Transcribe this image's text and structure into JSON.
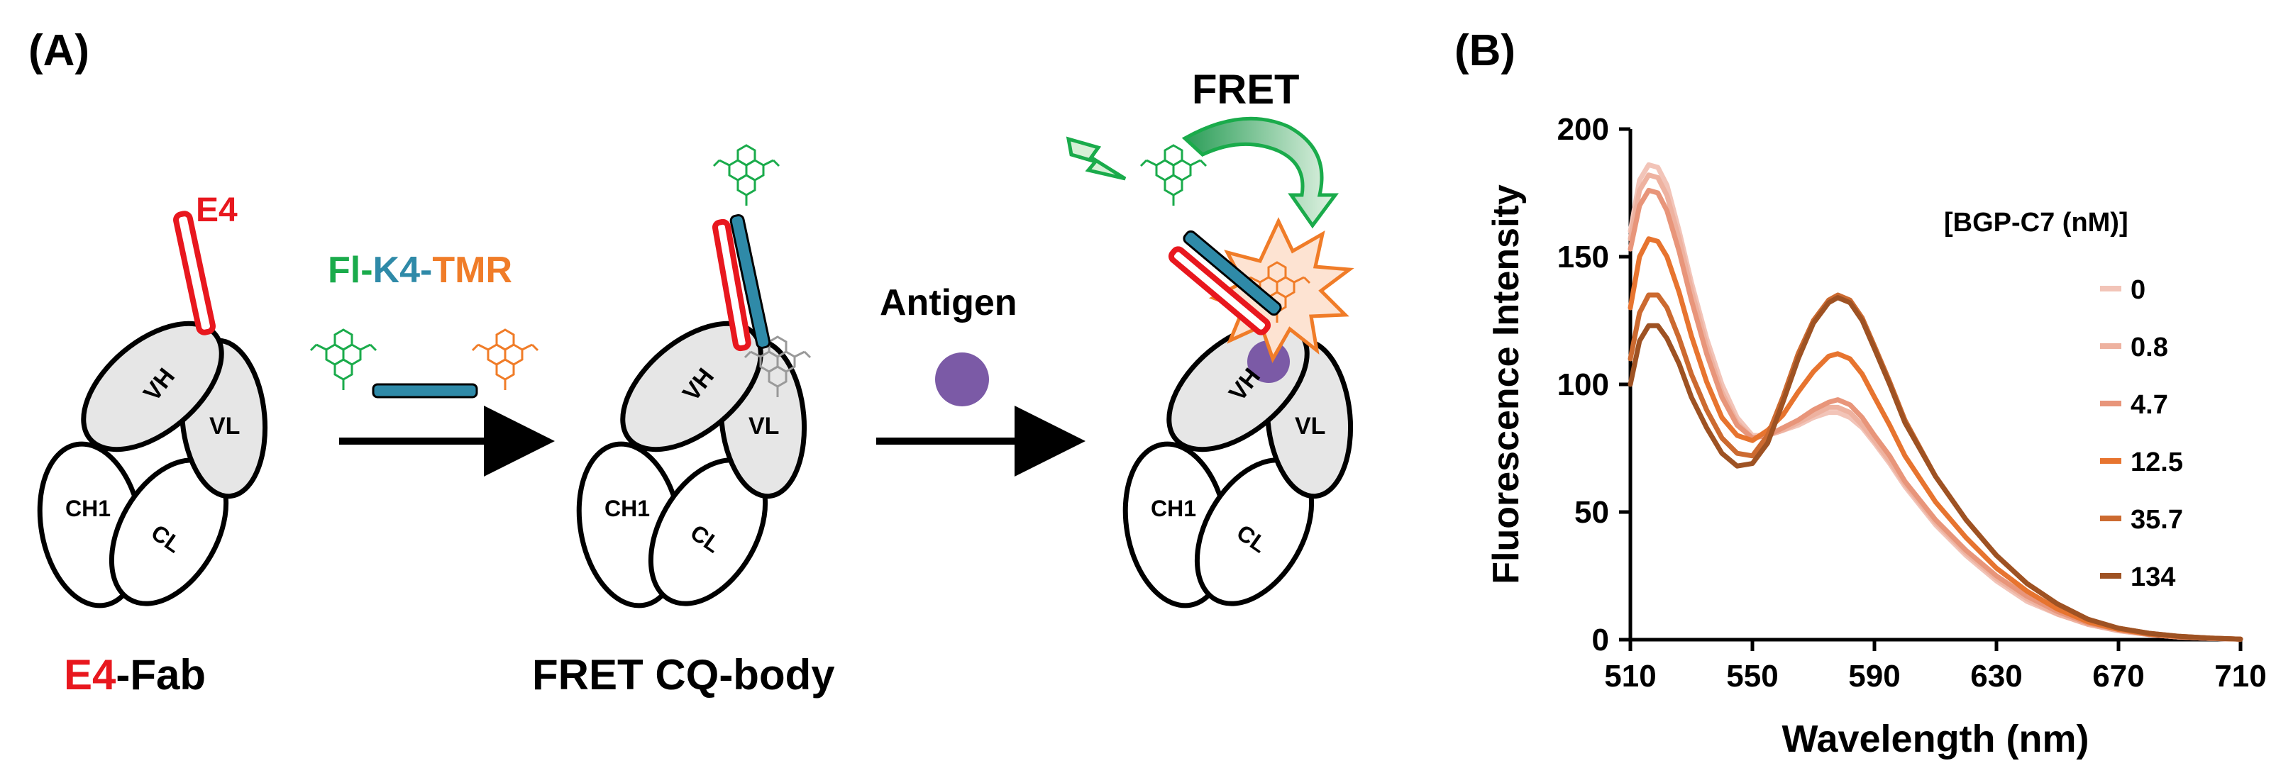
{
  "panel_a": {
    "label": "(A)",
    "e4_label": "E4",
    "probe_parts": [
      "Fl",
      "-",
      "K4",
      "-",
      "TMR"
    ],
    "antigen_label": "Antigen",
    "fret_label": "FRET",
    "domains": {
      "vh": "VH",
      "vl": "VL",
      "ch1": "CH1",
      "cl": "CL"
    },
    "caption_left_parts": [
      "E4",
      "-Fab"
    ],
    "caption_mid": "FRET CQ-body",
    "colors": {
      "red": "#e8171e",
      "green": "#1aab4b",
      "teal": "#2f8aa8",
      "orange": "#f07c28",
      "antigen": "#7b5aa6",
      "domain_fill": "#e6e6e6"
    }
  },
  "panel_b": {
    "label": "(B)",
    "chart_data": {
      "type": "line",
      "xlabel": "Wavelength (nm)",
      "ylabel": "Fluorescence Intensity",
      "xlim": [
        510,
        710
      ],
      "ylim": [
        0,
        200
      ],
      "xticks": [
        510,
        550,
        590,
        630,
        670,
        710
      ],
      "yticks": [
        0,
        50,
        100,
        150,
        200
      ],
      "legend_title": "[BGP-C7 (nM)]",
      "legend_position": "right",
      "x": [
        510,
        513,
        516,
        519,
        522,
        526,
        530,
        535,
        540,
        545,
        550,
        555,
        560,
        565,
        570,
        575,
        578,
        582,
        586,
        590,
        595,
        600,
        610,
        620,
        630,
        640,
        650,
        660,
        670,
        680,
        690,
        700,
        710
      ],
      "series": [
        {
          "name": "0",
          "color": "#f2c4b8",
          "values": [
            160,
            180,
            186,
            185,
            178,
            160,
            140,
            118,
            100,
            87,
            80,
            80,
            82,
            84,
            87,
            89,
            89,
            87,
            83,
            77,
            69,
            60,
            45,
            33,
            23,
            15,
            10,
            6,
            3.5,
            2,
            1,
            0.5,
            0.2
          ]
        },
        {
          "name": "0.8",
          "color": "#eeb2a0",
          "values": [
            157,
            176,
            182,
            181,
            174,
            157,
            137,
            115,
            97,
            85,
            79,
            80,
            82,
            85,
            88,
            91,
            91,
            89,
            84,
            78,
            70,
            61,
            46,
            34,
            24,
            16,
            10,
            6,
            3.5,
            2,
            1,
            0.5,
            0.2
          ]
        },
        {
          "name": "4.7",
          "color": "#e8957a",
          "values": [
            153,
            170,
            176,
            175,
            168,
            152,
            133,
            112,
            95,
            84,
            79,
            80,
            83,
            86,
            90,
            93,
            94,
            92,
            87,
            80,
            72,
            62,
            47,
            35,
            25,
            17,
            11,
            6.5,
            4,
            2,
            1,
            0.5,
            0.2
          ]
        },
        {
          "name": "12.5",
          "color": "#e7742f",
          "values": [
            130,
            150,
            157,
            156,
            150,
            136,
            119,
            101,
            87,
            80,
            78,
            82,
            88,
            97,
            105,
            111,
            112,
            110,
            104,
            95,
            84,
            72,
            54,
            40,
            28,
            19,
            12,
            7,
            4,
            2.2,
            1.2,
            0.6,
            0.2
          ]
        },
        {
          "name": "35.7",
          "color": "#cc6a30",
          "values": [
            110,
            128,
            135,
            135,
            130,
            118,
            104,
            90,
            79,
            73,
            72,
            80,
            95,
            112,
            125,
            133,
            135,
            133,
            126,
            115,
            101,
            86,
            64,
            47,
            33,
            22,
            14,
            8,
            4.5,
            2.5,
            1.3,
            0.6,
            0.2
          ]
        },
        {
          "name": "134",
          "color": "#9e5223",
          "values": [
            100,
            117,
            123,
            123,
            118,
            108,
            95,
            83,
            73,
            68,
            69,
            77,
            93,
            110,
            124,
            132,
            134,
            132,
            125,
            114,
            100,
            85,
            64,
            47,
            33,
            22,
            14,
            8,
            4.5,
            2.5,
            1.3,
            0.6,
            0.2
          ]
        }
      ]
    }
  }
}
